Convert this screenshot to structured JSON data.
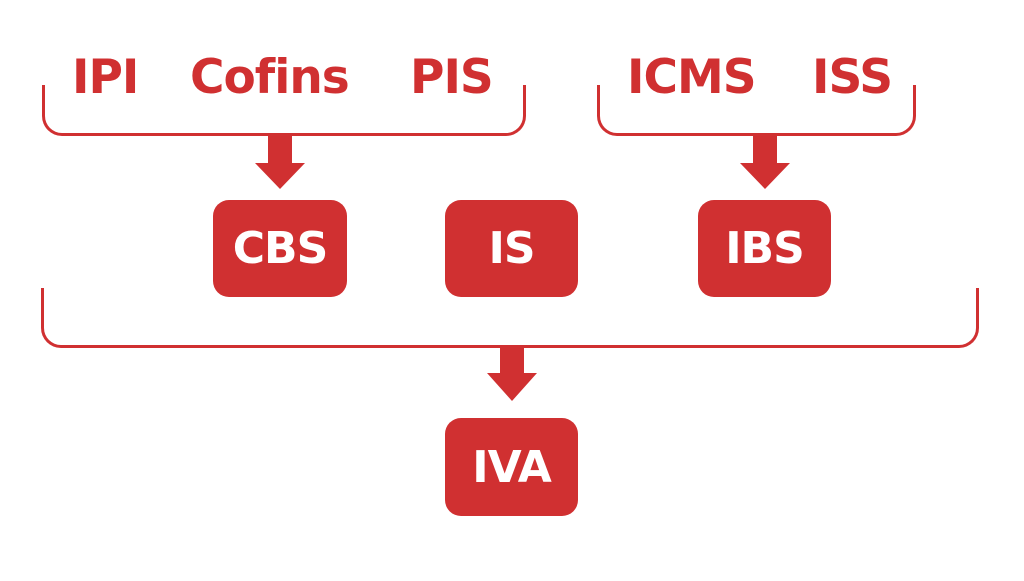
{
  "accent_color": "#d03031",
  "groups": {
    "federal": {
      "items": [
        "IPI",
        "Cofins",
        "PIS"
      ],
      "result": "CBS"
    },
    "state_municipal": {
      "items": [
        "ICMS",
        "ISS"
      ],
      "result": "IBS"
    }
  },
  "middle": {
    "label": "IS"
  },
  "final": {
    "label": "IVA"
  }
}
